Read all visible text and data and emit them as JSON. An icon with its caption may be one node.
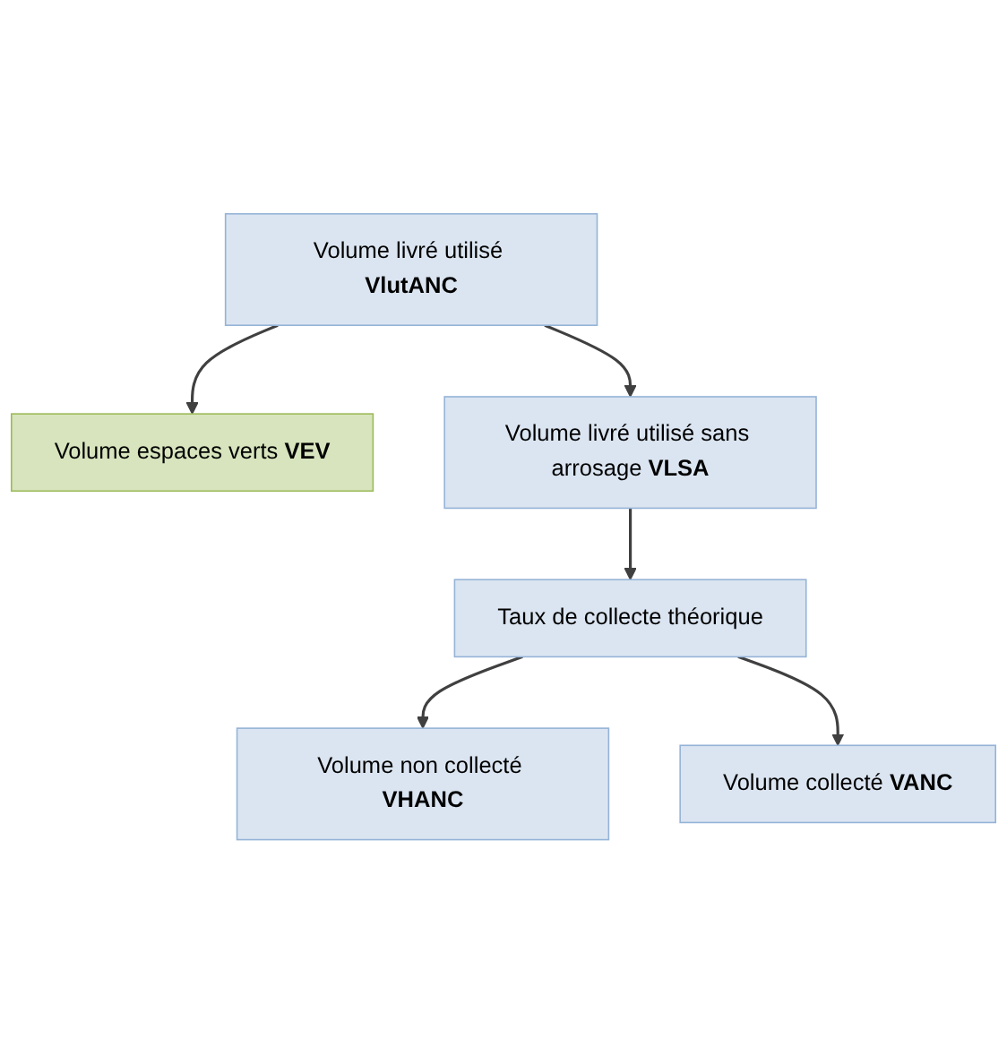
{
  "diagram": {
    "nodes": [
      {
        "text": [
          "Volume livré utilisé **VlutANC**"
        ]
      },
      {
        "text": [
          "Volume espaces verts **VEV**"
        ]
      },
      {
        "text": [
          "Volume livré utilisé sans arrosage **VLSA**"
        ]
      },
      {
        "text": [
          "Taux de collecte théorique"
        ]
      },
      {
        "text": [
          "Volume non collecté **VHANC**"
        ]
      },
      {
        "text": [
          "Volume collecté **VANC**"
        ]
      }
    ],
    "edges": [
      {
        "from": 0,
        "to": 1,
        "arrow": "to"
      },
      {
        "from": 0,
        "to": 2,
        "arrow": "to"
      },
      {
        "from": 2,
        "to": 3,
        "arrow": "to"
      },
      {
        "from": 3,
        "to": 4,
        "arrow": "to"
      },
      {
        "from": 3,
        "to": 5,
        "arrow": "to"
      }
    ]
  }
}
